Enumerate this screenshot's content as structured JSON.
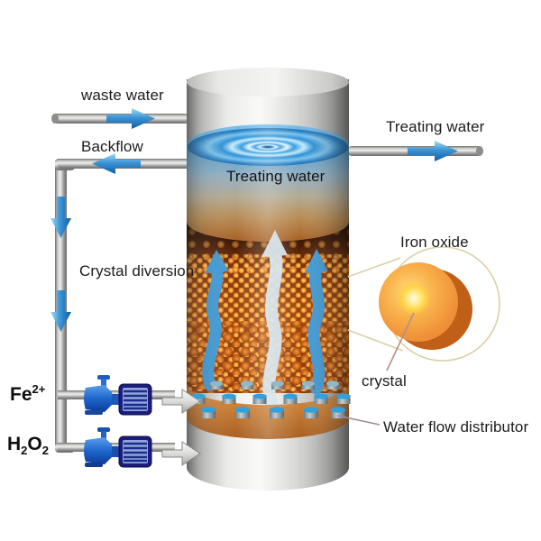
{
  "labels": {
    "waste_water": "waste water",
    "backflow": "Backflow",
    "treating_water_outlet": "Treating water",
    "treating_water_in_tank": "Treating water",
    "crystal_diversion": "Crystal diversion",
    "iron_oxide": "Iron oxide",
    "crystal": "crystal",
    "water_flow_distributor": "Water flow distributor",
    "fe": {
      "base": "Fe",
      "sup": "2+"
    },
    "h2o2": {
      "h": "H",
      "sub1": "2",
      "o": "O",
      "sub2": "2"
    }
  },
  "colors": {
    "background": "#ffffff",
    "flow_arrow_blue": "#3f9ad6",
    "pipe_gray": "#9a9a98",
    "tank_gray": "#d6d6d4",
    "treating_water_blue": "#4f9bcf",
    "crystal_bed_brown": "#8a3a0c",
    "crystal_dot_orange": "#ea8422",
    "crystal_dot_highlight": "#ffd070",
    "distributor_orange": "#c47a32",
    "pump_blue": "#1e66cc",
    "motor_navy": "#1c1c7e",
    "sphere_orange": "#ef8f36",
    "sphere_core_yellow": "#ffe87a",
    "callout_outline": "#d9d0a8"
  }
}
